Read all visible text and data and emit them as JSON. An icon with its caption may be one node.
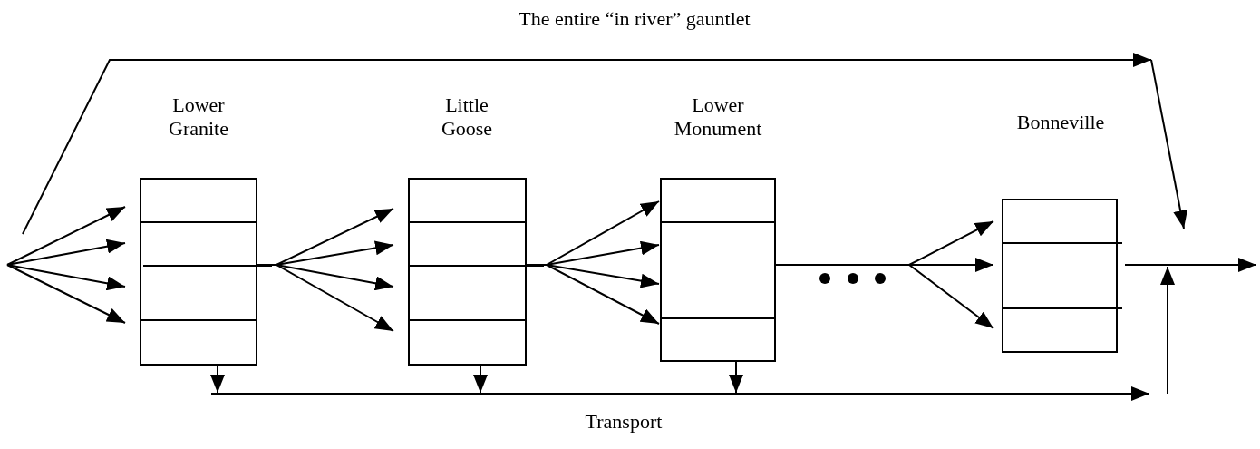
{
  "diagram": {
    "nodes": [
      {
        "text": [
          "Lower Granite"
        ]
      },
      {
        "text": [
          "Little Goose"
        ]
      },
      {
        "text": [
          "Lower Monument"
        ]
      },
      {
        "text": [
          "Bonneville"
        ]
      }
    ],
    "edges": [
      {
        "from": null,
        "to": 0,
        "arrow": "to"
      },
      {
        "from": null,
        "to": 0,
        "arrow": "to"
      },
      {
        "from": null,
        "to": 0,
        "arrow": "to"
      },
      {
        "from": null,
        "to": 0,
        "arrow": "to"
      },
      {
        "from": 0,
        "to": 1,
        "arrow": "to"
      },
      {
        "from": 0,
        "to": 1,
        "arrow": "to"
      },
      {
        "from": 0,
        "to": 1,
        "arrow": "to"
      },
      {
        "from": 0,
        "to": 1,
        "arrow": "to"
      },
      {
        "from": 1,
        "to": 2,
        "arrow": "to"
      },
      {
        "from": 1,
        "to": 2,
        "arrow": "to"
      },
      {
        "from": 1,
        "to": 2,
        "arrow": "to"
      },
      {
        "from": 1,
        "to": 2,
        "arrow": "to"
      },
      {
        "from": 2,
        "to": 3,
        "arrow": "to"
      },
      {
        "from": 2,
        "to": 3,
        "arrow": "to"
      },
      {
        "from": 2,
        "to": 3,
        "arrow": "to"
      },
      {
        "from": 3,
        "to": null,
        "arrow": "to"
      },
      {
        "from": 0,
        "to": null,
        "arrow": "to"
      },
      {
        "from": 1,
        "to": null,
        "arrow": "to"
      },
      {
        "from": 2,
        "to": null,
        "arrow": "to"
      }
    ],
    "labels": [
      "The entire “in river” gauntlet",
      "Transport"
    ]
  }
}
